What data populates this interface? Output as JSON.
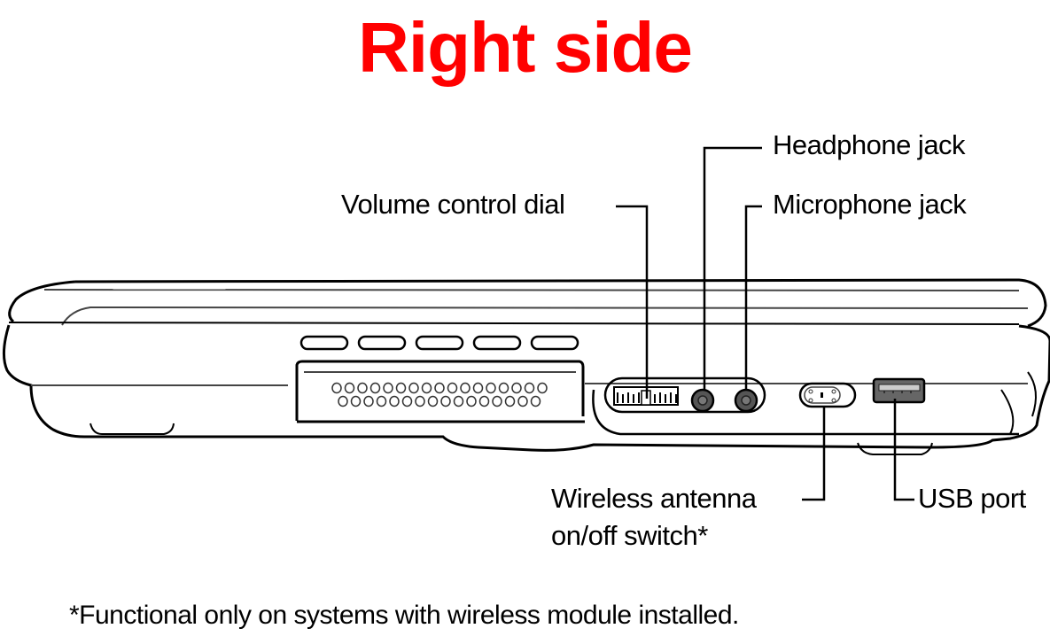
{
  "title": "Right side",
  "colors": {
    "title": "#ff0000",
    "line": "#000000",
    "port_fill": "#666666"
  },
  "callouts": {
    "headphone": "Headphone jack",
    "volume": "Volume control dial",
    "microphone": "Microphone jack",
    "wireless_line1": "Wireless antenna",
    "wireless_line2": "on/off switch*",
    "usb": "USB port"
  },
  "footnote": "*Functional only on systems with wireless module installed."
}
